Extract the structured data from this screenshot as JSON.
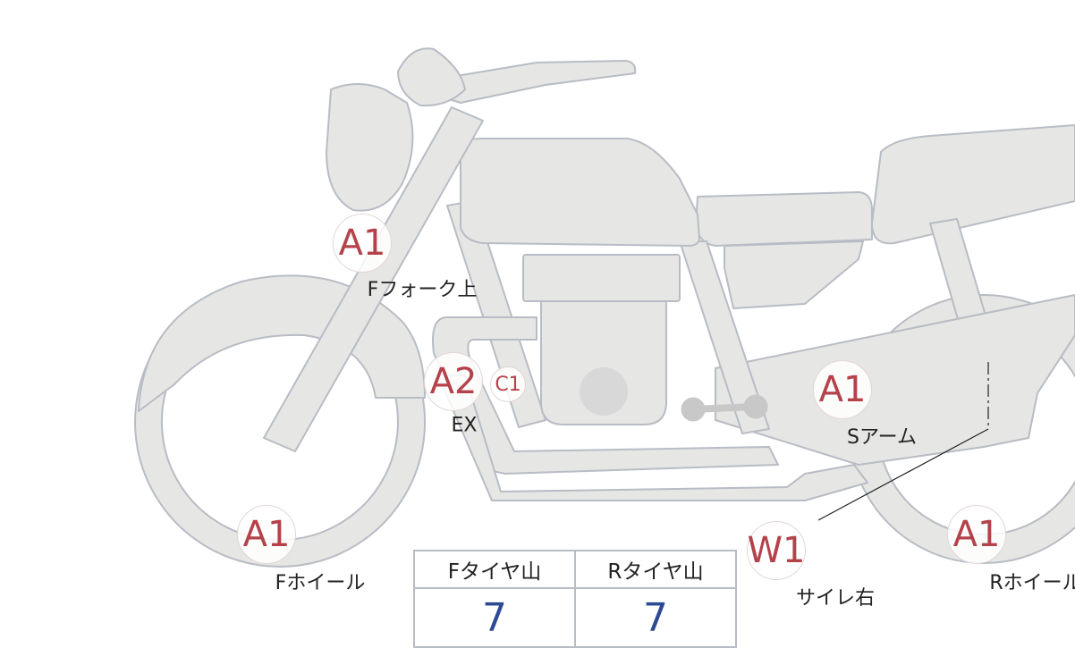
{
  "colors": {
    "body_fill": "#e6e6e4",
    "outline": "#b8bcc4",
    "mark_text": "#b5424a",
    "value_text": "#2d4a94"
  },
  "marks": [
    {
      "code": "A1",
      "label": "Fフォーク上"
    },
    {
      "code": "A2",
      "label": "EX"
    },
    {
      "code": "C1",
      "label": ""
    },
    {
      "code": "A1",
      "label": "Sアーム"
    },
    {
      "code": "A1",
      "label": "Fホイール"
    },
    {
      "code": "W1",
      "label": "サイレ右"
    },
    {
      "code": "A1",
      "label": "Rホイール"
    }
  ],
  "tire_table": {
    "headers": [
      "Fタイヤ山",
      "Rタイヤ山"
    ],
    "values": [
      "7",
      "7"
    ]
  }
}
